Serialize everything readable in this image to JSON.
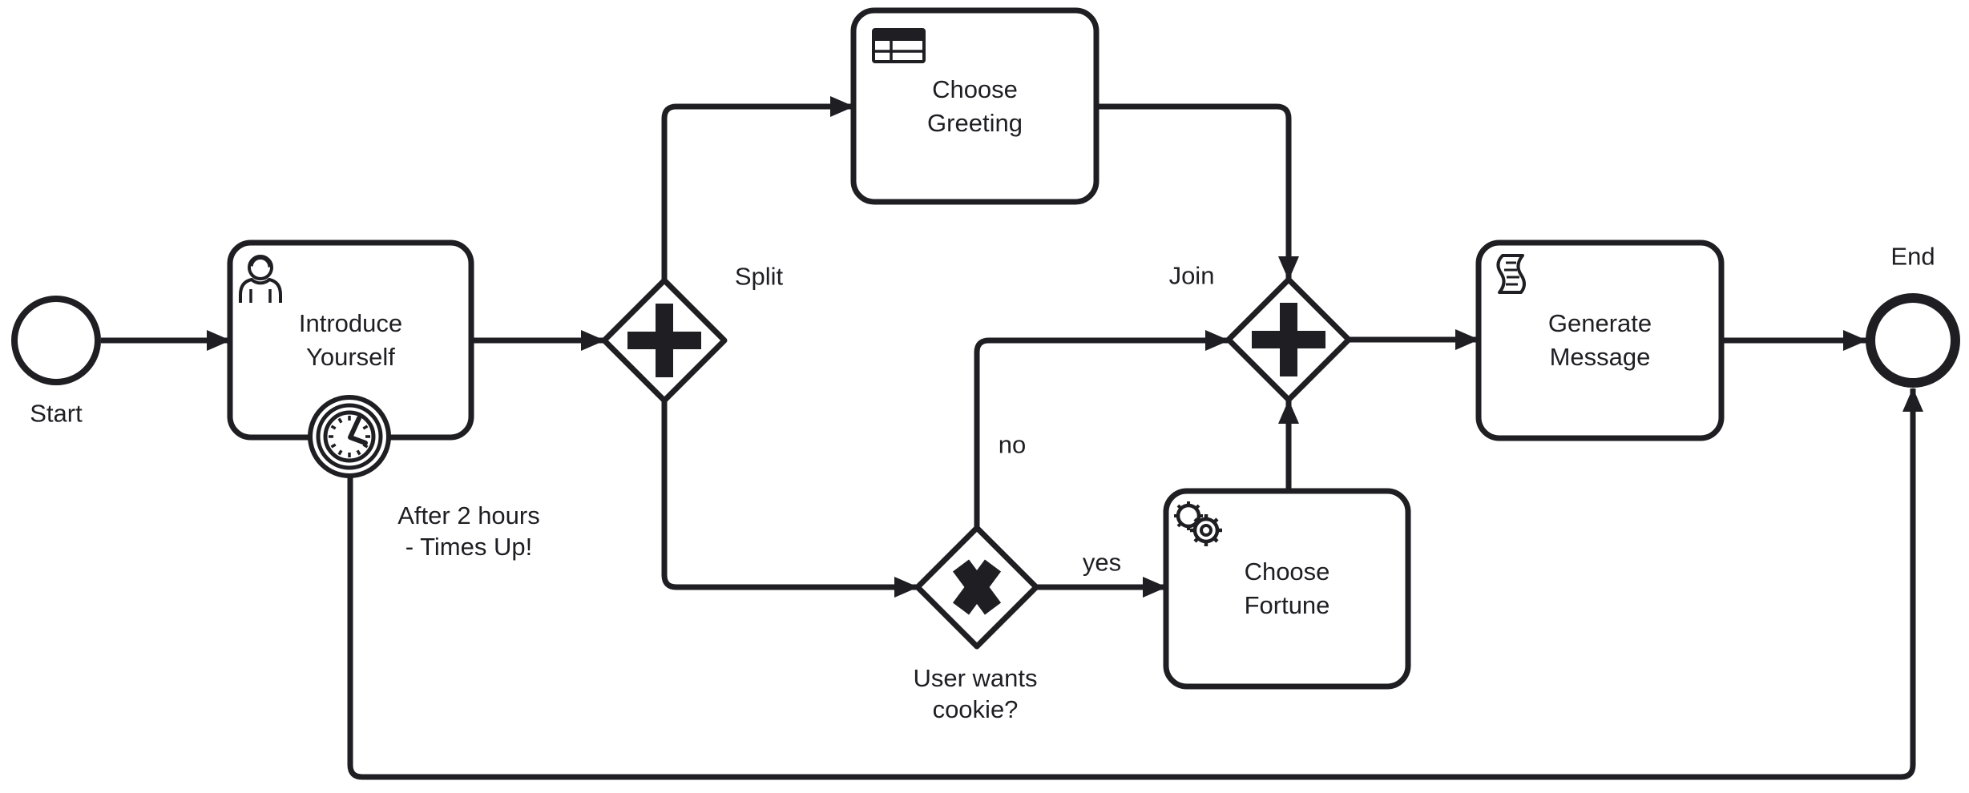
{
  "colors": {
    "ink": "#1e1e23",
    "canvas": "#ffffff",
    "node_fill": "#ffffff"
  },
  "nodes": {
    "start": {
      "kind": "start-event",
      "label": "Start"
    },
    "introduce_yourself": {
      "kind": "user-task",
      "line1": "Introduce",
      "line2": "Yourself",
      "icon": "user-icon"
    },
    "timer": {
      "kind": "timer-boundary-event",
      "icon": "clock-icon",
      "note_line1": "After 2 hours",
      "note_line2": "- Times Up!"
    },
    "split": {
      "kind": "parallel-gateway",
      "label": "Split",
      "marker": "plus-icon"
    },
    "choose_greeting": {
      "kind": "business-rule-task",
      "line1": "Choose",
      "line2": "Greeting",
      "icon": "table-icon"
    },
    "cookie_gateway": {
      "kind": "exclusive-gateway",
      "label_line1": "User wants",
      "label_line2": "cookie?",
      "marker": "x-icon"
    },
    "choose_fortune": {
      "kind": "service-task",
      "line1": "Choose",
      "line2": "Fortune",
      "icon": "gears-icon"
    },
    "join": {
      "kind": "parallel-gateway",
      "label": "Join",
      "marker": "plus-icon"
    },
    "generate_message": {
      "kind": "script-task",
      "line1": "Generate",
      "line2": "Message",
      "icon": "script-icon"
    },
    "end": {
      "kind": "end-event",
      "label": "End"
    }
  },
  "flows": [
    {
      "from": "start",
      "to": "introduce_yourself",
      "label": ""
    },
    {
      "from": "introduce_yourself",
      "to": "split",
      "label": ""
    },
    {
      "from": "split",
      "to": "choose_greeting",
      "label": ""
    },
    {
      "from": "split",
      "to": "cookie_gateway",
      "label": ""
    },
    {
      "from": "cookie_gateway",
      "to": "choose_fortune",
      "label": "yes"
    },
    {
      "from": "cookie_gateway",
      "to": "join",
      "label": "no"
    },
    {
      "from": "choose_fortune",
      "to": "join",
      "label": ""
    },
    {
      "from": "choose_greeting",
      "to": "join",
      "label": ""
    },
    {
      "from": "join",
      "to": "generate_message",
      "label": ""
    },
    {
      "from": "generate_message",
      "to": "end",
      "label": ""
    },
    {
      "from": "timer",
      "to": "end",
      "label": ""
    }
  ]
}
